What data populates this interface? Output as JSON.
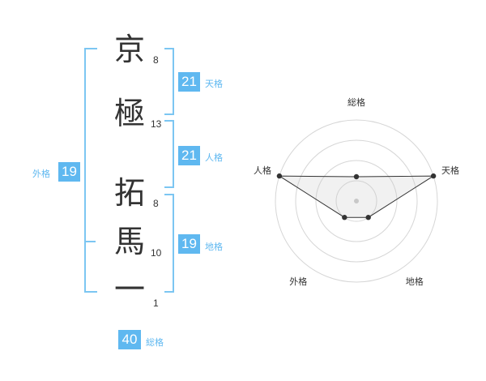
{
  "name": {
    "chars": [
      {
        "char": "京",
        "strokes": "8"
      },
      {
        "char": "極",
        "strokes": "13"
      },
      {
        "char": "拓",
        "strokes": "8"
      },
      {
        "char": "馬",
        "strokes": "10"
      },
      {
        "char": "一",
        "strokes": "1"
      }
    ]
  },
  "fortune": {
    "tenkaku": {
      "value": "21",
      "label": "天格"
    },
    "jinkaku": {
      "value": "21",
      "label": "人格"
    },
    "chikaku": {
      "value": "19",
      "label": "地格"
    },
    "gaikaku": {
      "value": "19",
      "label": "外格"
    },
    "soukaku": {
      "value": "40",
      "label": "総格"
    }
  },
  "chart_data": {
    "type": "radar",
    "axes": [
      "総格",
      "天格",
      "地格",
      "外格",
      "人格"
    ],
    "values": [
      1.2,
      4,
      1,
      1,
      4
    ],
    "max": 4,
    "rings": 4
  }
}
